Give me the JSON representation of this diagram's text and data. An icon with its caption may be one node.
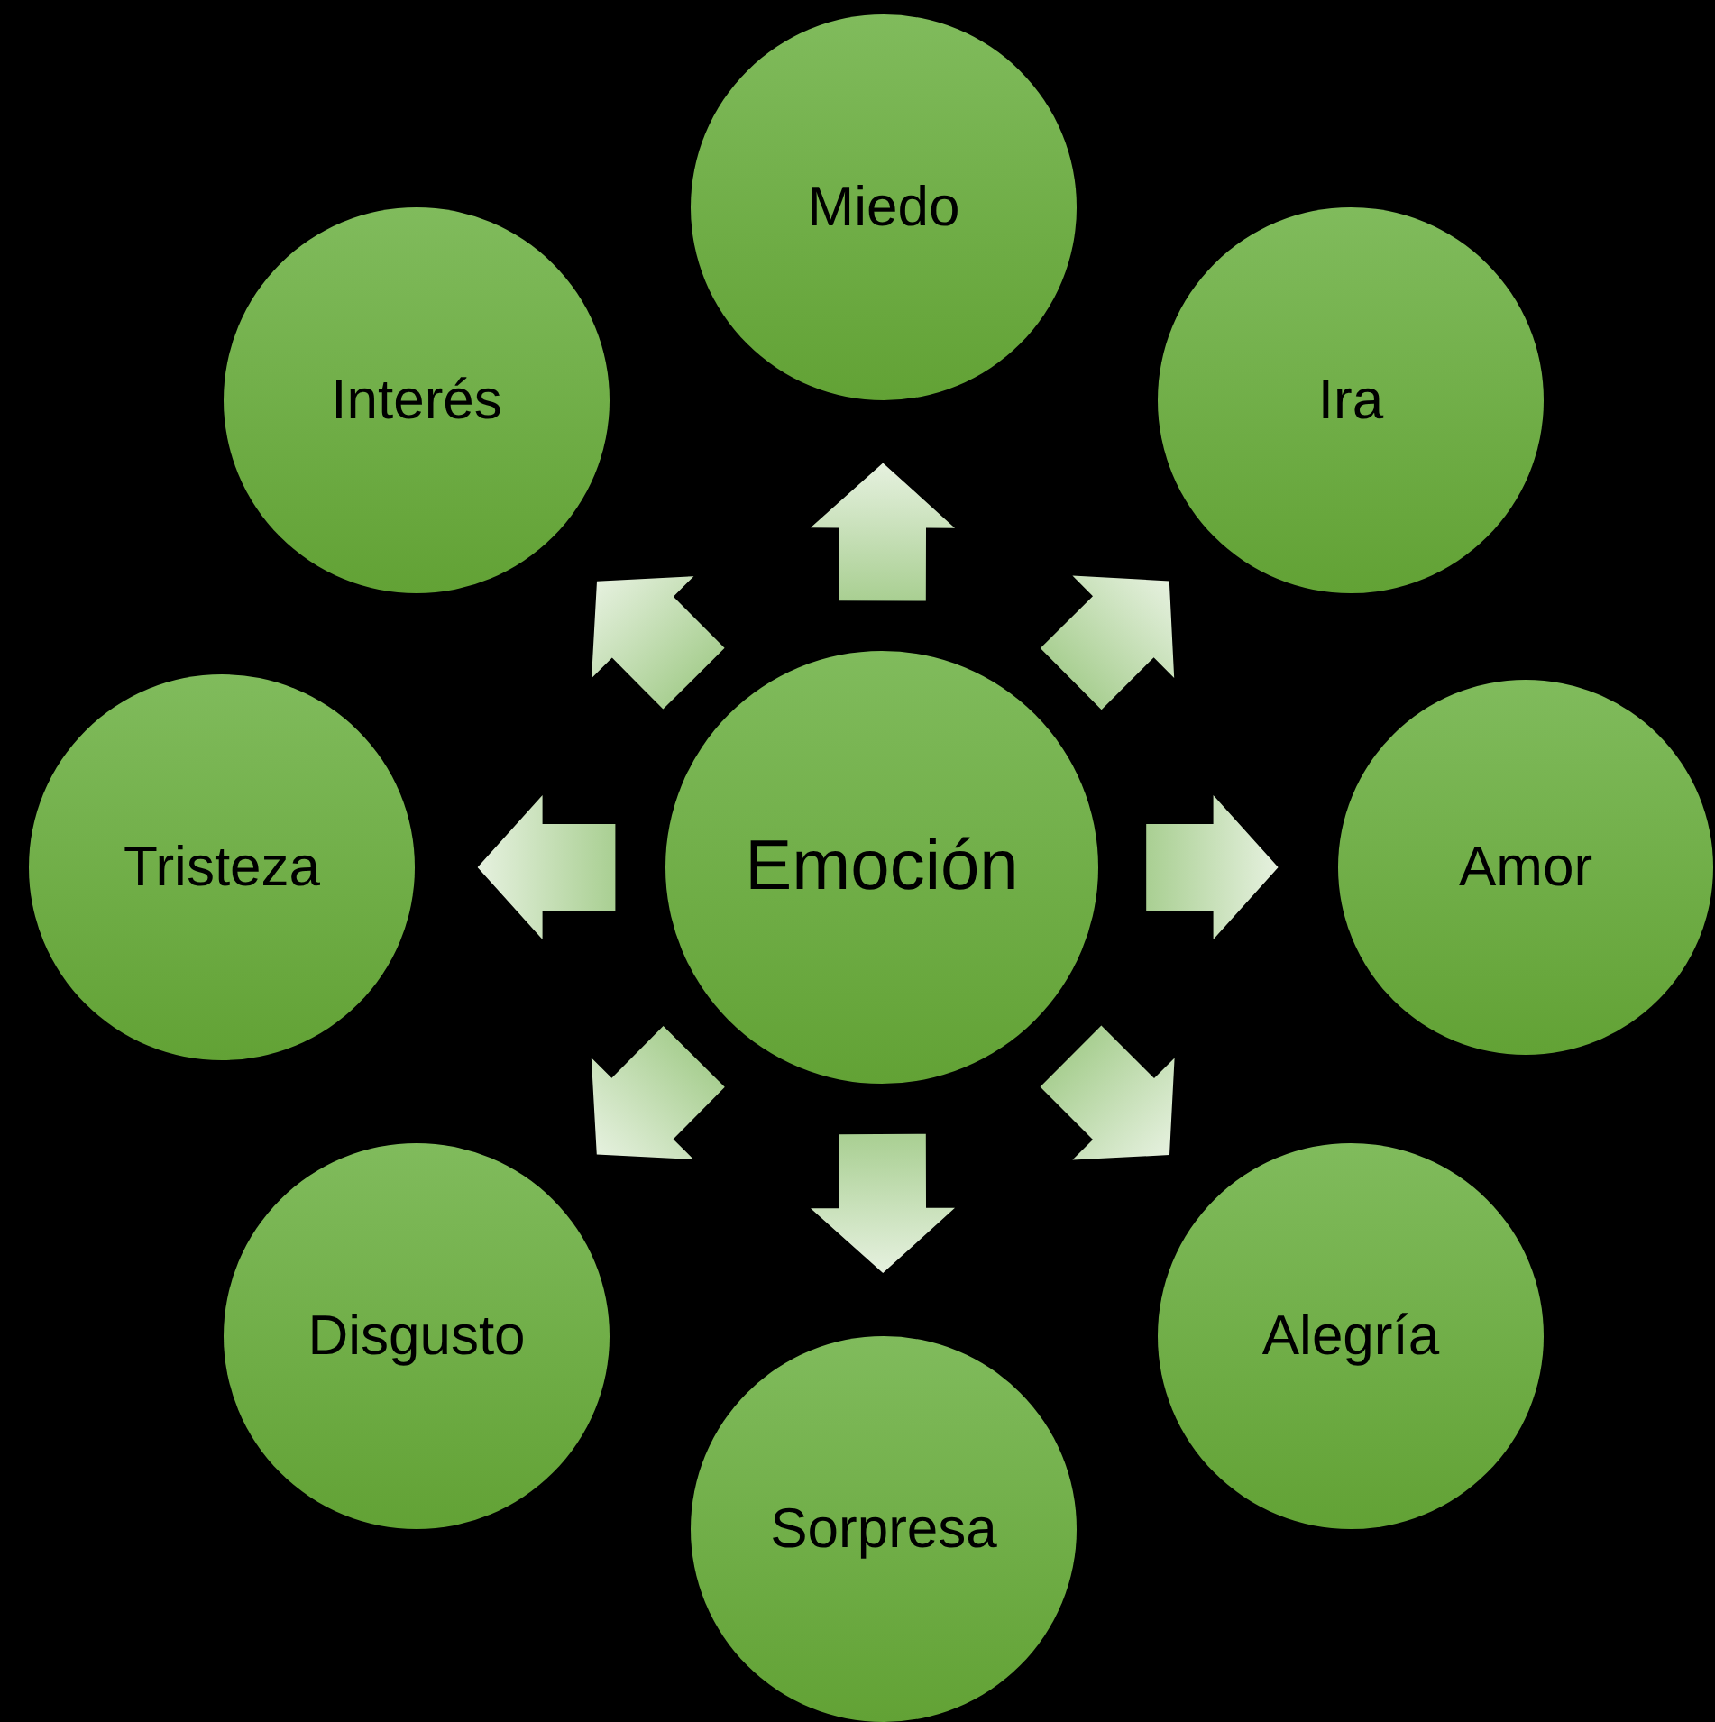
{
  "diagram": {
    "nodes": [
      {
        "text": [
          "Emoción"
        ]
      },
      {
        "text": [
          "Miedo"
        ]
      },
      {
        "text": [
          "Ira"
        ]
      },
      {
        "text": [
          "Amor"
        ]
      },
      {
        "text": [
          "Alegría"
        ]
      },
      {
        "text": [
          "Sorpresa"
        ]
      },
      {
        "text": [
          "Disgusto"
        ]
      },
      {
        "text": [
          "Tristeza"
        ]
      },
      {
        "text": [
          "Interés"
        ]
      }
    ],
    "edges": [
      {
        "from": 0,
        "to": 1,
        "arrow": "to"
      },
      {
        "from": 0,
        "to": 2,
        "arrow": "to"
      },
      {
        "from": 0,
        "to": 3,
        "arrow": "to"
      },
      {
        "from": 0,
        "to": 4,
        "arrow": "to"
      },
      {
        "from": 0,
        "to": 5,
        "arrow": "to"
      },
      {
        "from": 0,
        "to": 6,
        "arrow": "to"
      },
      {
        "from": 0,
        "to": 7,
        "arrow": "to"
      },
      {
        "from": 0,
        "to": 8,
        "arrow": "to"
      }
    ]
  }
}
